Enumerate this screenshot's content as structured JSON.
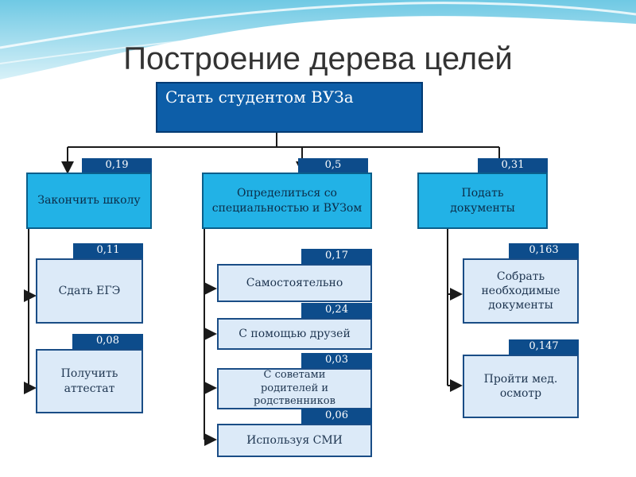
{
  "title": "Построение дерева целей",
  "colors": {
    "root": "#0d5ea8",
    "level1": "#22b2e6",
    "level2": "#dceaf8",
    "weight": "#0d4c8b"
  },
  "root": {
    "label": "Стать студентом ВУЗа"
  },
  "branches": [
    {
      "label": "Закончить школу",
      "weight": "0,19",
      "children": [
        {
          "label": "Сдать ЕГЭ",
          "weight": "0,11"
        },
        {
          "label": "Получить аттестат",
          "weight": "0,08"
        }
      ]
    },
    {
      "label": "Определиться со специальностью и ВУЗом",
      "weight": "0,5",
      "children": [
        {
          "label": "Самостоятельно",
          "weight": "0,17"
        },
        {
          "label": "С помощью друзей",
          "weight": "0,24"
        },
        {
          "label": "С советами родителей и родственников",
          "weight": "0,03"
        },
        {
          "label": "Используя СМИ",
          "weight": "0,06"
        }
      ]
    },
    {
      "label": "Подать документы",
      "weight": "0,31",
      "children": [
        {
          "label": "Собрать необходимые документы",
          "weight": "0,163"
        },
        {
          "label": "Пройти мед. осмотр",
          "weight": "0,147"
        }
      ]
    }
  ]
}
